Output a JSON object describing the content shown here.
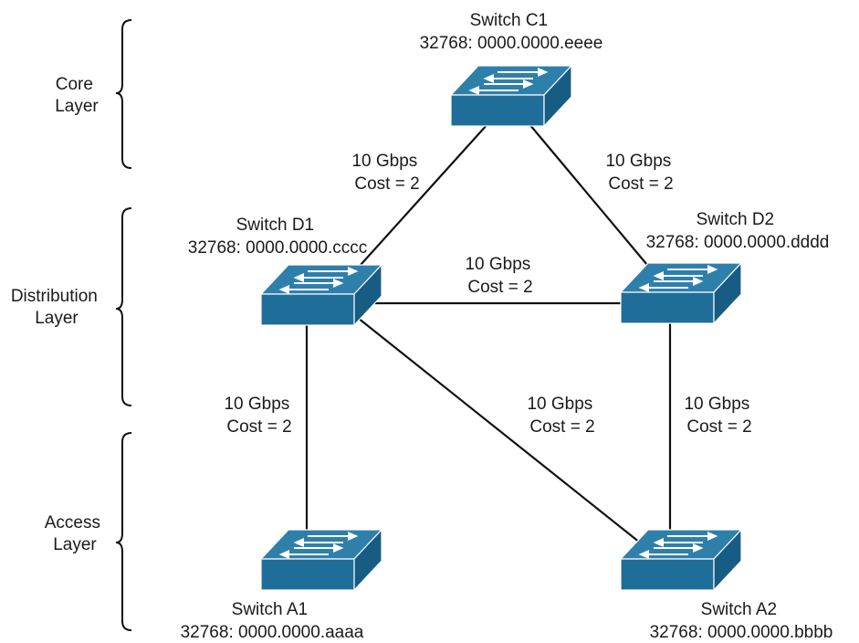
{
  "layers": {
    "core": {
      "line1": "Core",
      "line2": "Layer"
    },
    "distribution": {
      "line1": "Distribution",
      "line2": "Layer"
    },
    "access": {
      "line1": "Access",
      "line2": "Layer"
    }
  },
  "switches": {
    "c1": {
      "name": "Switch C1",
      "bridge_id": "32768: 0000.0000.eeee"
    },
    "d1": {
      "name": "Switch D1",
      "bridge_id": "32768: 0000.0000.cccc"
    },
    "d2": {
      "name": "Switch D2",
      "bridge_id": "32768: 0000.0000.dddd"
    },
    "a1": {
      "name": "Switch A1",
      "bridge_id": "32768: 0000.0000.aaaa"
    },
    "a2": {
      "name": "Switch A2",
      "bridge_id": "32768: 0000.0000.bbbb"
    }
  },
  "links": {
    "c1_d1": {
      "speed": "10 Gbps",
      "cost": "Cost = 2"
    },
    "c1_d2": {
      "speed": "10 Gbps",
      "cost": "Cost = 2"
    },
    "d1_d2": {
      "speed": "10 Gbps",
      "cost": "Cost = 2"
    },
    "d1_a1": {
      "speed": "10 Gbps",
      "cost": "Cost = 2"
    },
    "d1_a2": {
      "speed": "10 Gbps",
      "cost": "Cost = 2"
    },
    "d2_a2": {
      "speed": "10 Gbps",
      "cost": "Cost = 2"
    }
  },
  "colors": {
    "switch_front": "#1f6d99",
    "switch_top": "#2f7fab",
    "switch_side": "#175c83",
    "switch_arrow": "#ffffff",
    "line": "#111111"
  }
}
